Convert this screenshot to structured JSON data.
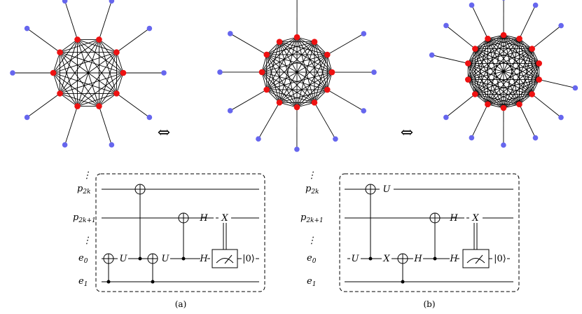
{
  "equiv_symbol": "⇔",
  "graphs": [
    {
      "n_inner": 10,
      "outer_spokes": 10
    },
    {
      "n_inner": 12,
      "outer_spokes": 10
    },
    {
      "n_inner": 14,
      "outer_spokes": 12
    }
  ],
  "colors": {
    "inner_node": "#ee1111",
    "outer_node": "#6666ee",
    "edge": "#000000"
  },
  "circuit_a": {
    "caption": "(a)",
    "wires": [
      {
        "label": "p",
        "sub": "2k"
      },
      {
        "label": "p",
        "sub": "2k+1"
      },
      {
        "label": "e",
        "sub": "0"
      },
      {
        "label": "e",
        "sub": "1"
      }
    ],
    "gates": {
      "u1": "U",
      "u2": "U",
      "h1": "H",
      "h2": "H",
      "x": "X",
      "ket": "|0⟩"
    }
  },
  "circuit_b": {
    "caption": "(b)",
    "wires": [
      {
        "label": "p",
        "sub": "2k"
      },
      {
        "label": "p",
        "sub": "2k+1"
      },
      {
        "label": "e",
        "sub": "0"
      },
      {
        "label": "e",
        "sub": "1"
      }
    ],
    "gates": {
      "u_top": "U",
      "u_e0": "U",
      "x_e0": "X",
      "h1": "H",
      "h2": "H",
      "h3": "H",
      "x": "X",
      "ket": "|0⟩"
    }
  }
}
